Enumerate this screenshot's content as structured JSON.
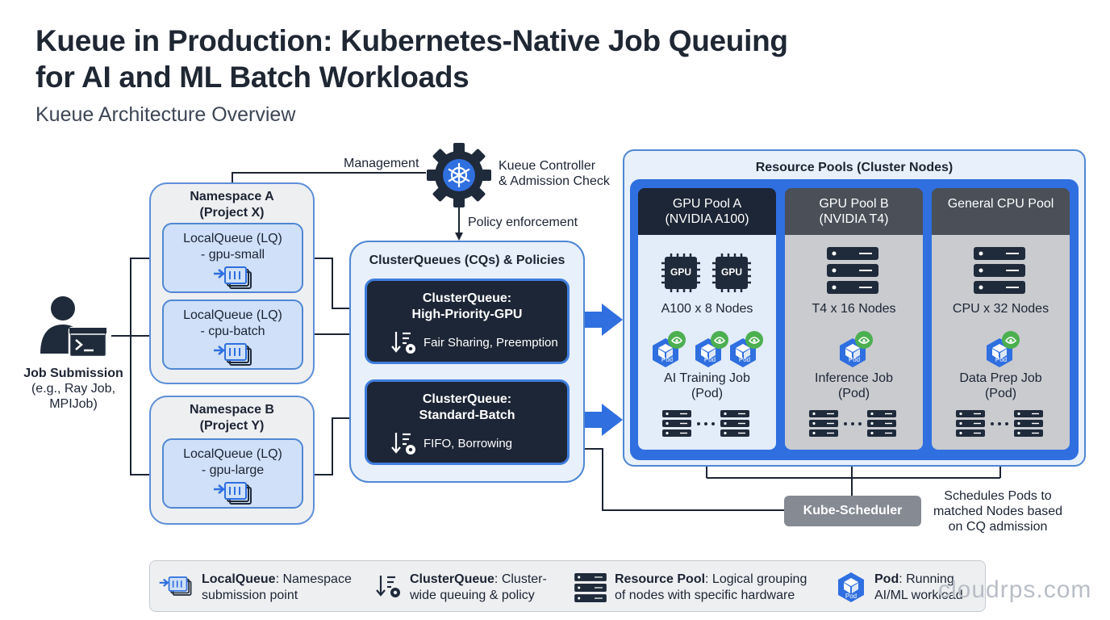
{
  "header": {
    "title_line1": "Kueue in Production: Kubernetes-Native Job Queuing",
    "title_line2": "for AI and ML Batch Workloads",
    "subtitle": "Kueue Architecture Overview"
  },
  "job_submission": {
    "line1": "Job Submission",
    "line2": "(e.g., Ray Job,",
    "line3": "MPIJob)"
  },
  "namespaces": [
    {
      "title_line1": "Namespace A",
      "title_line2": "(Project X)",
      "queues": [
        {
          "line1": "LocalQueue (LQ)",
          "line2": "- gpu-small"
        },
        {
          "line1": "LocalQueue (LQ)",
          "line2": "- cpu-batch"
        }
      ]
    },
    {
      "title_line1": "Namespace B",
      "title_line2": "(Project Y)",
      "queues": [
        {
          "line1": "LocalQueue (LQ)",
          "line2": "- gpu-large"
        }
      ]
    }
  ],
  "controller": {
    "line1": "Kueue Controller",
    "line2": "& Admission Check",
    "management_label": "Management",
    "policy_label": "Policy enforcement"
  },
  "cluster_queues": {
    "title": "ClusterQueues (CQs) & Policies",
    "items": [
      {
        "line1": "ClusterQueue:",
        "line2": "High-Priority-GPU",
        "policy": "Fair Sharing, Preemption"
      },
      {
        "line1": "ClusterQueue:",
        "line2": "Standard-Batch",
        "policy": "FIFO, Borrowing"
      }
    ]
  },
  "resource_pools": {
    "title": "Resource Pools (Cluster Nodes)",
    "pools": [
      {
        "line1": "GPU Pool A",
        "line2": "(NVIDIA A100)",
        "nodes": "A100 x 8 Nodes",
        "job_line1": "AI Training Job",
        "job_line2": "(Pod)",
        "chip_label": "GPU"
      },
      {
        "line1": "GPU Pool B",
        "line2": "(NVIDIA T4)",
        "nodes": "T4 x 16 Nodes",
        "job_line1": "Inference Job",
        "job_line2": "(Pod)"
      },
      {
        "line1": "General CPU Pool",
        "line2": "",
        "nodes": "CPU x 32 Nodes",
        "job_line1": "Data Prep Job",
        "job_line2": "(Pod)"
      }
    ],
    "pod_label": "Pod"
  },
  "scheduler": {
    "label": "Kube-Scheduler",
    "note_line1": "Schedules Pods to",
    "note_line2": "matched Nodes based",
    "note_line3": "on CQ admission"
  },
  "legend": [
    {
      "term": "LocalQueue",
      "desc1": ": Namespace",
      "desc2": "submission point"
    },
    {
      "term": "ClusterQueue",
      "desc1": ": Cluster-",
      "desc2": "wide queuing & policy"
    },
    {
      "term": "Resource Pool",
      "desc1": ": Logical grouping",
      "desc2": "of nodes with specific hardware"
    },
    {
      "term": "Pod",
      "desc1": ": Running",
      "desc2": "AI/ML workload"
    }
  ],
  "watermark": "cloudrps.com",
  "colors": {
    "navy": "#1d2636",
    "accent_blue": "#2f6fe0",
    "light_blue": "#cfe0f8",
    "pool_header_gray": "#4a4f58",
    "pool_body_gray": "#c9cbcf",
    "nvidia_green": "#4caf50"
  }
}
